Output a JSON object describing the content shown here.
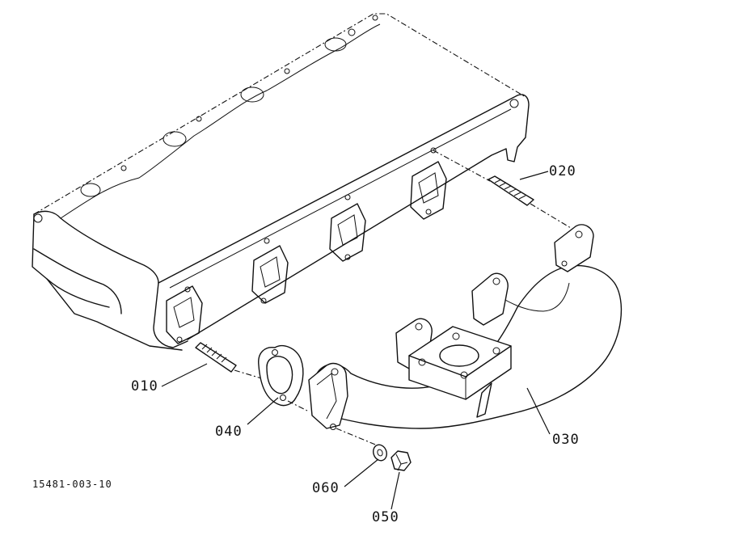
{
  "parts": [
    {
      "id": "010",
      "name_icon": "stud-bolt"
    },
    {
      "id": "020",
      "name_icon": "stud-bolt"
    },
    {
      "id": "030",
      "name_icon": "exhaust-manifold"
    },
    {
      "id": "040",
      "name_icon": "gasket"
    },
    {
      "id": "050",
      "name_icon": "hex-nut"
    },
    {
      "id": "060",
      "name_icon": "washer"
    }
  ],
  "figure_id": "15481-003-10",
  "line_color": "#111111"
}
